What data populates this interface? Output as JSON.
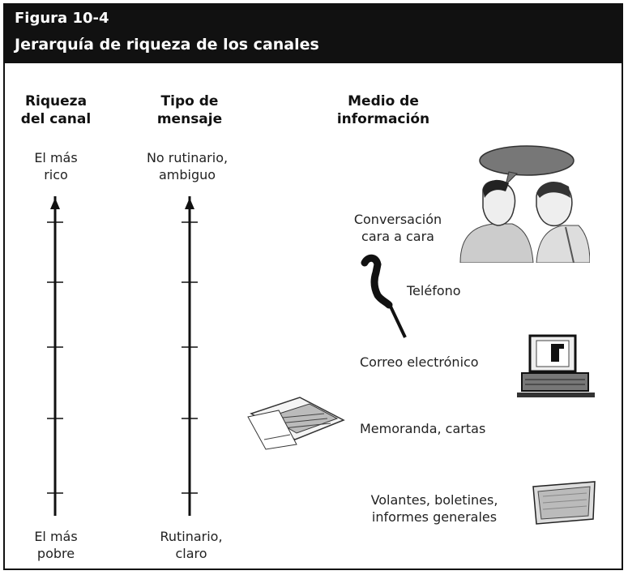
{
  "figure": {
    "number": "Figura 10-4",
    "title": "Jerarquía de riqueza de los canales"
  },
  "columns": {
    "richness": {
      "heading_line1": "Riqueza",
      "heading_line2": "del canal",
      "top_line1": "El más",
      "top_line2": "rico",
      "bottom_line1": "El más",
      "bottom_line2": "pobre"
    },
    "message": {
      "heading_line1": "Tipo de",
      "heading_line2": "mensaje",
      "top_line1": "No rutinario,",
      "top_line2": "ambiguo",
      "bottom_line1": "Rutinario,",
      "bottom_line2": "claro"
    },
    "media": {
      "heading_line1": "Medio de",
      "heading_line2": "información"
    }
  },
  "media_items": [
    {
      "line1": "Conversación",
      "line2": "cara a cara",
      "icon": "face-to-face-icon"
    },
    {
      "line1": "Teléfono",
      "line2": "",
      "icon": "telephone-icon"
    },
    {
      "line1": "Correo electrónico",
      "line2": "",
      "icon": "computer-icon"
    },
    {
      "line1": "Memoranda, cartas",
      "line2": "",
      "icon": "letters-icon"
    },
    {
      "line1": "Volantes, boletines,",
      "line2": "informes generales",
      "icon": "folder-icon"
    }
  ]
}
